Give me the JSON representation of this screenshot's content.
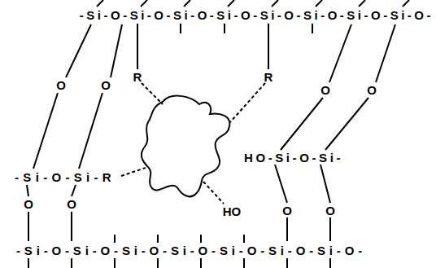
{
  "diagram": {
    "labels": [
      "-Si-O-Si-O-Si-O-Si-O-Si-O-Si-O-Si-O-Si-O-",
      "O",
      "O",
      "R",
      "R",
      "O",
      "O",
      "-Si-O-Si-R",
      "HO-Si-O-Si-",
      "O",
      "O",
      "HO",
      "O",
      "O",
      "-Si-O-Si-O-Si-O-Si-O-Si-O-Si-O-Si-O-"
    ]
  }
}
